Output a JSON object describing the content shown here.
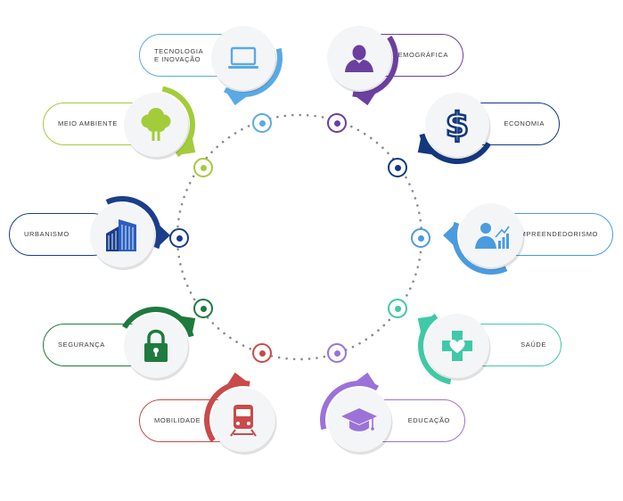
{
  "sectors": [
    {
      "id": "tecnologia",
      "label": "TECNOLOGIA\nE INOVAÇÃO",
      "color": "#5aa9e6",
      "icon": "laptop-icon"
    },
    {
      "id": "demografica",
      "label": "DEMOGRÁFICA",
      "color": "#6b3fa0",
      "icon": "person-icon"
    },
    {
      "id": "economia",
      "label": "ECONOMIA",
      "color": "#12387e",
      "icon": "dollar-icon"
    },
    {
      "id": "empreendedorismo",
      "label": "EMPREENDEDORISMO",
      "color": "#4a9be0",
      "icon": "businessman-growth-icon"
    },
    {
      "id": "saude",
      "label": "SAÚDE",
      "color": "#3fc9a6",
      "icon": "health-cross-heart-icon"
    },
    {
      "id": "educacao",
      "label": "EDUCAÇÃO",
      "color": "#9b72d8",
      "icon": "graduation-cap-icon"
    },
    {
      "id": "mobilidade",
      "label": "MOBILIDADE",
      "color": "#c94a4a",
      "icon": "train-icon"
    },
    {
      "id": "seguranca",
      "label": "SEGURANÇA",
      "color": "#1f7a3e",
      "icon": "padlock-icon"
    },
    {
      "id": "urbanismo",
      "label": "URBANISMO",
      "color": "#1a3e8c",
      "icon": "building-icon"
    },
    {
      "id": "meio_ambiente",
      "label": "MEIO AMBIENTE",
      "color": "#a3cc3a",
      "icon": "tree-icon"
    }
  ]
}
